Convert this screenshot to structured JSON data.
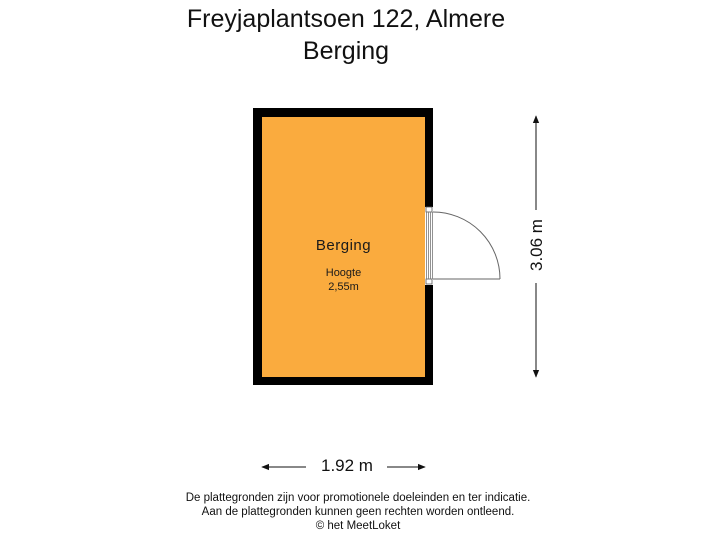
{
  "header": {
    "address": "Freyjaplantsoen 122, Almere",
    "floor_name": "Berging"
  },
  "room": {
    "name": "Berging",
    "height_label": "Hoogte",
    "height_value": "2,55m",
    "fill_color": "#FAAB3E",
    "wall_color": "#000000"
  },
  "dimensions": {
    "width": "1.92 m",
    "depth": "3.06 m"
  },
  "footer": {
    "line1": "De plattegronden zijn voor promotionele doeleinden en ter indicatie.",
    "line2": "Aan de plattegronden kunnen geen rechten worden ontleend.",
    "line3": "© het MeetLoket"
  }
}
